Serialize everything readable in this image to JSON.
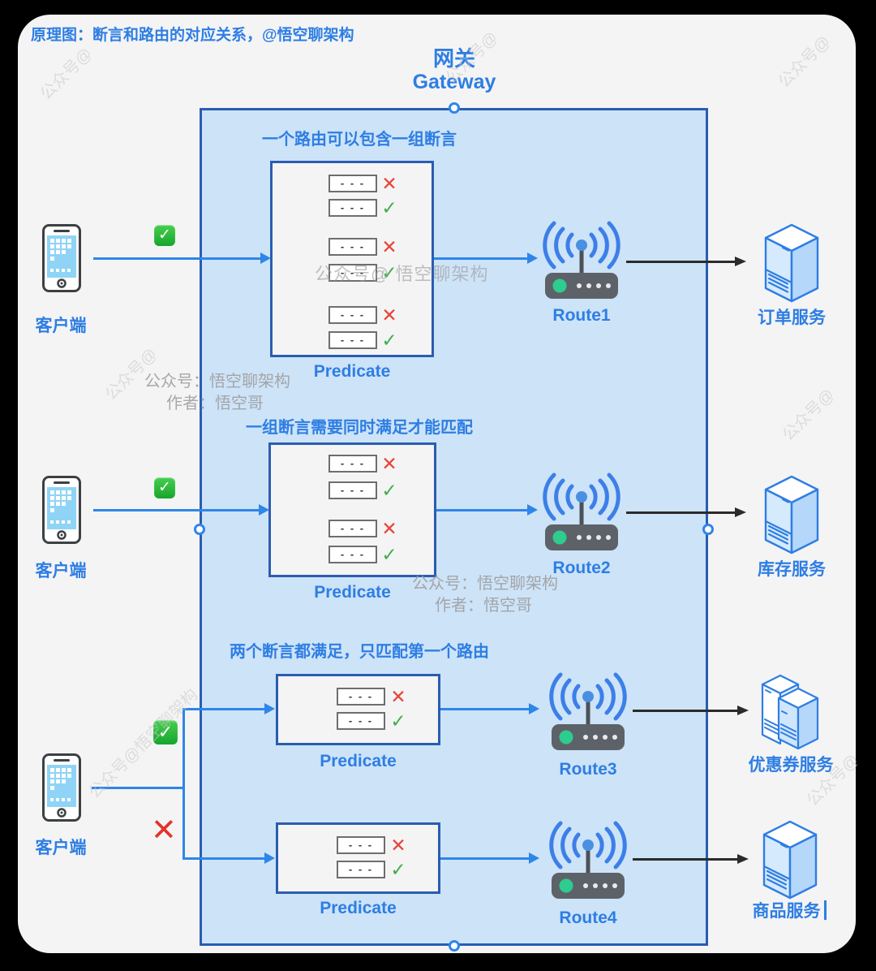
{
  "colors": {
    "accent_blue": "#2e7ee3",
    "line_blue": "#2e86e8",
    "box_border_blue": "#2a5db0",
    "gateway_fill": "#cde3f8",
    "canvas_bg": "#f4f4f5",
    "fail_red": "#e8443a",
    "pass_green": "#3fae49",
    "router_gray": "#5d6269",
    "router_dot_green": "#2ecc8f",
    "server_blue": "#b5d7f9",
    "arrow_black": "#2b2b2b",
    "watermark_gray": "#9b9b9b"
  },
  "header": {
    "note": "原理图：断言和路由的对应关系，@悟空聊架构",
    "gateway_zh": "网关",
    "gateway_en": "Gateway"
  },
  "captions": {
    "s1": "一个路由可以包含一组断言",
    "s2": "一组断言需要同时满足才能匹配",
    "s3": "两个断言都满足，只匹配第一个路由"
  },
  "labels": {
    "predicate": "Predicate",
    "client": "客户端"
  },
  "routes": {
    "r1": "Route1",
    "r2": "Route2",
    "r3": "Route3",
    "r4": "Route4"
  },
  "services": {
    "s1": "订单服务",
    "s2": "库存服务",
    "s3": "优惠券服务",
    "s4": "商品服务"
  },
  "icons": {
    "pass": "✓",
    "fail": "✕",
    "dashes": "- - -"
  },
  "watermarks": {
    "account_line1": "公众号：悟空聊架构",
    "account_line2": "作者：悟空哥",
    "inline": "公众号@ 悟空聊架构",
    "diagonal": "公众号@悟空聊架构",
    "diagonal_short": "公众号@"
  }
}
